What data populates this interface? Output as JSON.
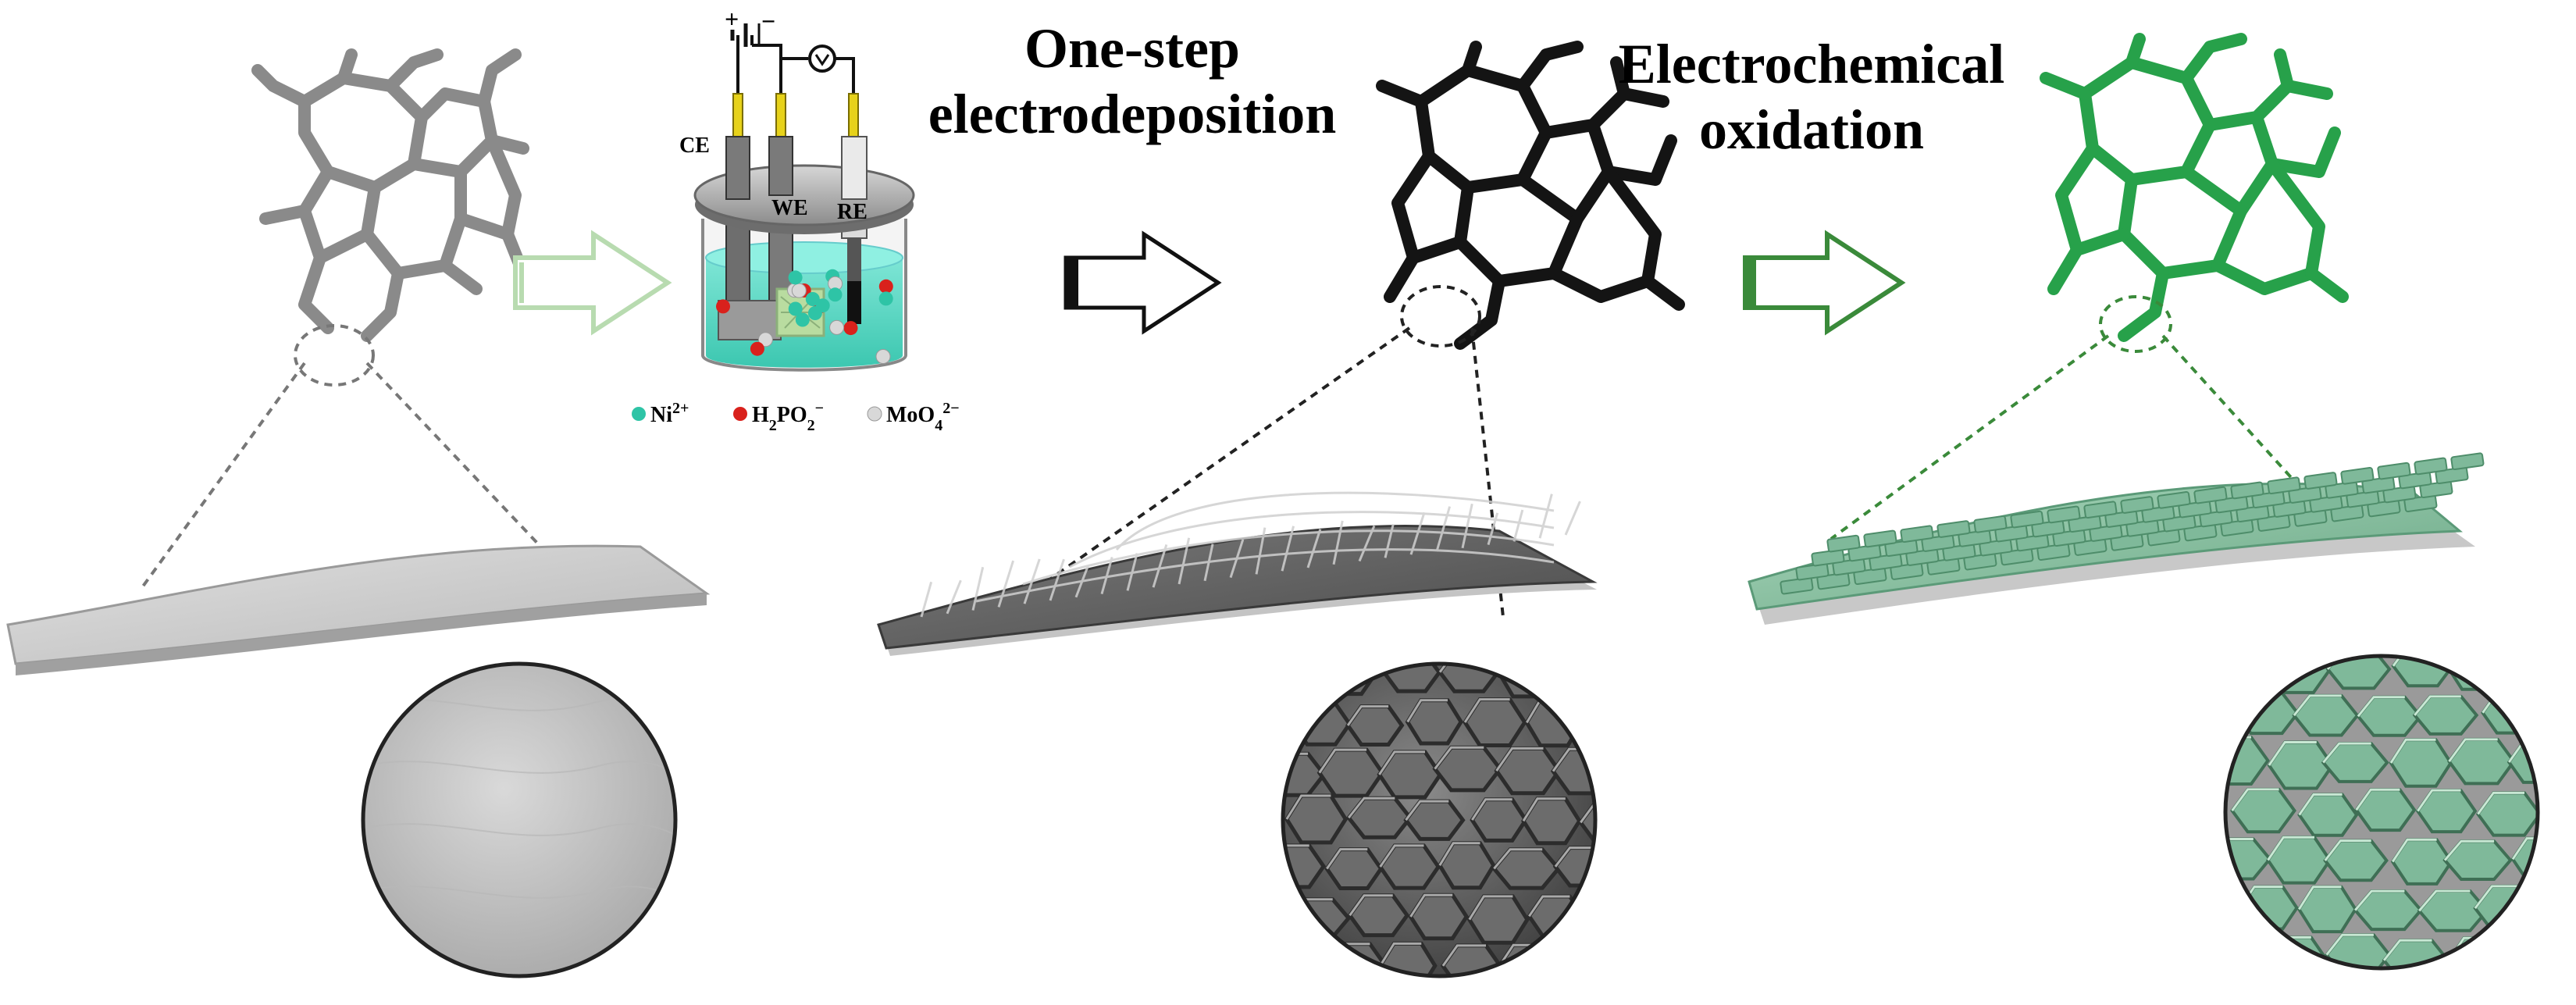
{
  "steps": [
    {
      "title_line1": "One-step",
      "title_line2": "electrodeposition"
    },
    {
      "title_line1": "Electrochemical",
      "title_line2": "oxidation"
    }
  ],
  "cell": {
    "ce_label": "CE",
    "we_label": "WE",
    "re_label": "RE",
    "plus": "+",
    "minus": "−"
  },
  "legend": [
    {
      "label": "Ni",
      "sup": "2+",
      "color": "#2ec4a6"
    },
    {
      "label": "H",
      "sub": "2",
      "label2": "PO",
      "sub2": "2",
      "sup": "−",
      "color": "#d9211c"
    },
    {
      "label": "MoO",
      "sub": "4",
      "sup": "2−",
      "color": "#d8d8d8"
    }
  ],
  "colors": {
    "substrate": "#9a9a9a",
    "deposited": "#111111",
    "oxidized": "#2a9a45",
    "flake_green": "#7fb99a",
    "flake_gray": "#6a6a6a",
    "arrow1": "#b8dbb0",
    "arrow2": "#111111",
    "arrow3": "#3a8a3a"
  }
}
